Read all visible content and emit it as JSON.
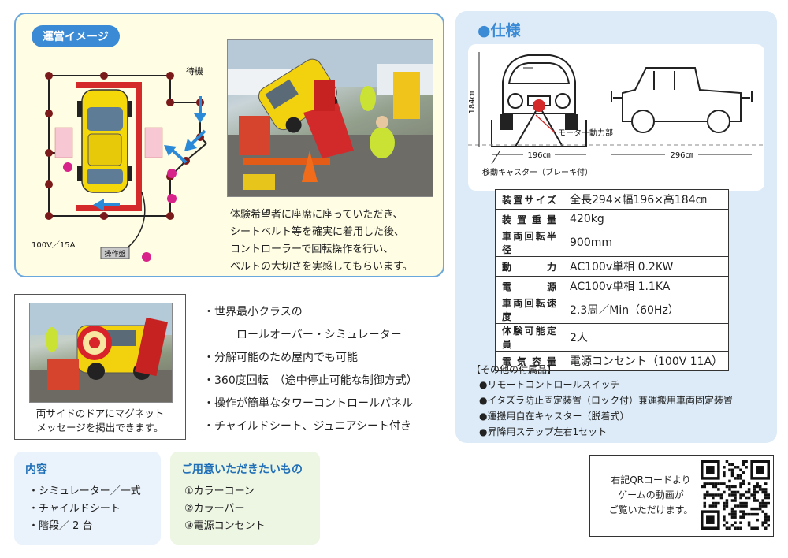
{
  "operation": {
    "badge": "運営イメージ",
    "diagram": {
      "standby": "待機",
      "power": "100V／15A",
      "panel": "操作盤"
    },
    "description": [
      "体験希望者に座席に座っていただき、",
      "シートベルト等を確実に着用した後、",
      "コントローラーで回転操作を行い、",
      "ベルトの大切さを実感してもらいます。"
    ]
  },
  "features": {
    "caption": [
      "両サイドのドアにマグネット",
      "メッセージを掲出できます。"
    ],
    "items": [
      "・世界最小クラスの",
      "　　　ロールオーバー・シミュレーター",
      "・分解可能のため屋内でも可能",
      "・360度回転　（途中停止可能な制御方式）",
      "・操作が簡単なタワーコントロールパネル",
      "・チャイルドシート、ジュニアシート付き"
    ]
  },
  "contents": {
    "title": "内容",
    "items": [
      "・シミュレーター／一式",
      "・チャイルドシート",
      "・階段／ 2 台"
    ]
  },
  "preparation": {
    "title": "ご用意いただきたいもの",
    "items": [
      "①カラーコーン",
      "②カラーバー",
      "③電源コンセント"
    ]
  },
  "spec": {
    "title": "●仕様",
    "diagram": {
      "height": "184㎝",
      "width": "196㎝",
      "length": "296㎝",
      "motor": "モーター動力部",
      "caster": "移動キャスター（ブレーキ付）"
    },
    "rows": [
      {
        "label": "装置サイズ",
        "value": "全長294×幅196×高184㎝"
      },
      {
        "label": "装置重量",
        "value": "420kg"
      },
      {
        "label": "車両回転半径",
        "value": "900mm"
      },
      {
        "label": "動力",
        "value": "AC100v単相 0.2KW"
      },
      {
        "label": "電源",
        "value": "AC100v単相 1.1KA"
      },
      {
        "label": "車両回転速度",
        "value": "2.3周／Min（60Hz）"
      },
      {
        "label": "体験可能定員",
        "value": "2人"
      },
      {
        "label": "電気容量",
        "value": "電源コンセント（100V 11A）"
      }
    ],
    "accessories_title": "【その他の付属品】",
    "accessories": [
      "●リモートコントロールスイッチ",
      "●イタズラ防止固定装置（ロック付）兼運搬用車両固定装置",
      "●運搬用自在キャスター（脱着式）",
      "●昇降用ステップ左右1セット"
    ]
  },
  "qr": {
    "text": [
      "右記QRコードより",
      "ゲームの動画が",
      "ご覧いただけます。"
    ]
  },
  "colors": {
    "accent": "#3a8ad6",
    "panel_yellow": "#fffde4",
    "spec_bg": "#dcebf7",
    "car_yellow": "#f5d80a",
    "post": "#7a1a1a"
  }
}
